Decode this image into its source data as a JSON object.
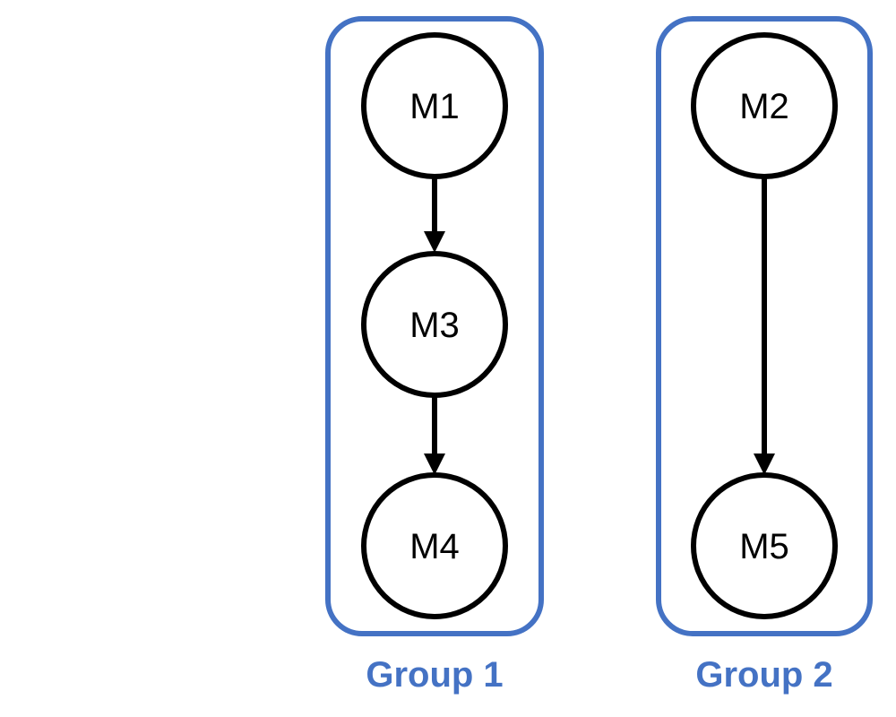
{
  "colors": {
    "group_border": "#4472C4",
    "group_label": "#4472C4",
    "node_stroke": "#000000",
    "edge": "#000000"
  },
  "groups": [
    {
      "id": "g1",
      "label": "Group 1",
      "members": [
        "M1",
        "M3",
        "M4"
      ]
    },
    {
      "id": "g2",
      "label": "Group 2",
      "members": [
        "M2",
        "M5"
      ]
    }
  ],
  "nodes": [
    {
      "id": "M1",
      "label": "M1"
    },
    {
      "id": "M3",
      "label": "M3"
    },
    {
      "id": "M4",
      "label": "M4"
    },
    {
      "id": "M2",
      "label": "M2"
    },
    {
      "id": "M5",
      "label": "M5"
    }
  ],
  "edges": [
    {
      "from": "M1",
      "to": "M3"
    },
    {
      "from": "M3",
      "to": "M4"
    },
    {
      "from": "M2",
      "to": "M5"
    }
  ]
}
